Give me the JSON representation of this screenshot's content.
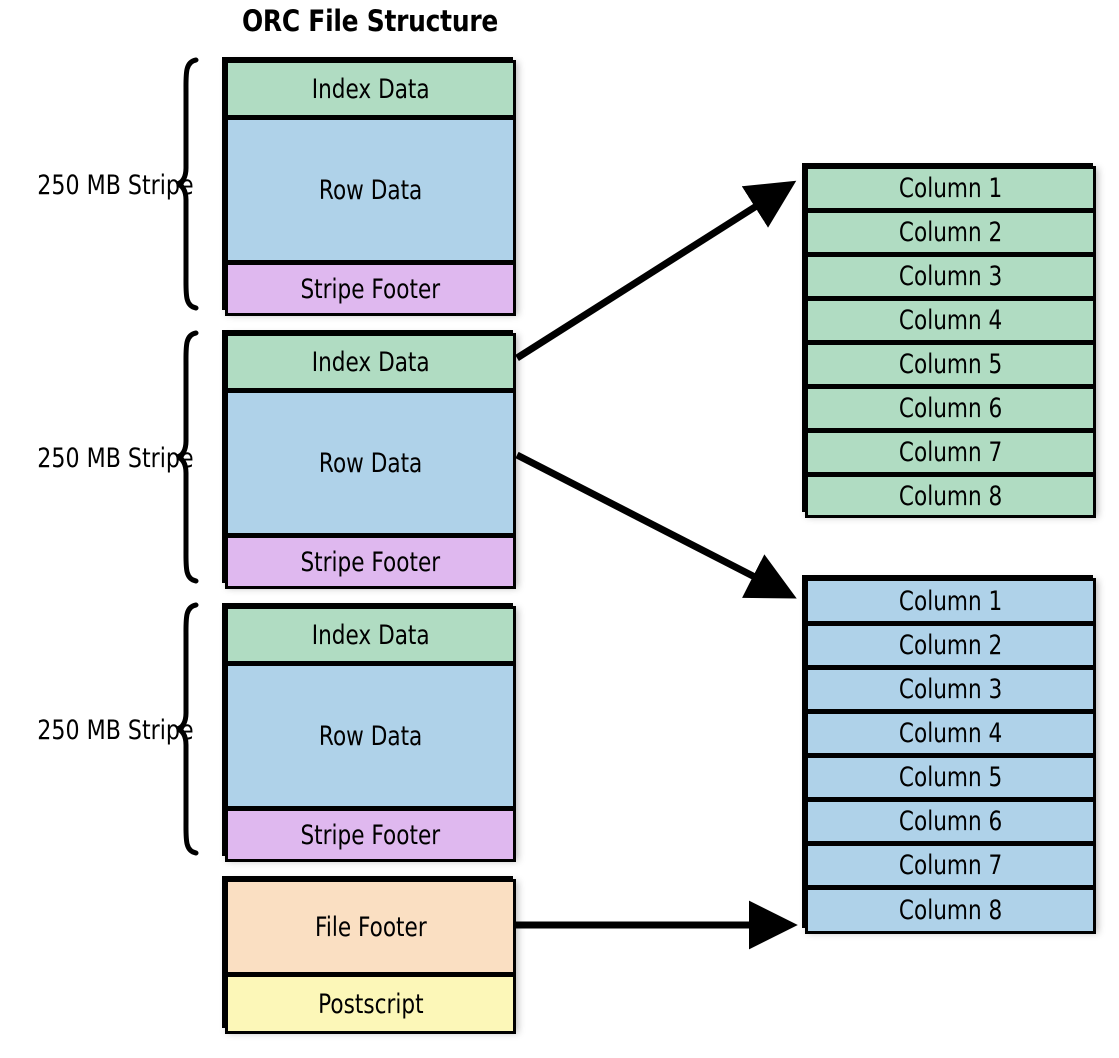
{
  "title": "ORC File Structure",
  "colors": {
    "index_data": "#b0dcc2",
    "row_data": "#afd2e9",
    "stripe_footer": "#dfb8ef",
    "file_footer": "#fadfc2",
    "postscript": "#fcf7b8",
    "outline": "#000000",
    "background": "#ffffff"
  },
  "stripes": [
    {
      "label": "250 MB Stripe",
      "sections": [
        {
          "label": "Index Data",
          "color_key": "index_data"
        },
        {
          "label": "Row Data",
          "color_key": "row_data"
        },
        {
          "label": "Stripe Footer",
          "color_key": "stripe_footer"
        }
      ]
    },
    {
      "label": "250 MB Stripe",
      "sections": [
        {
          "label": "Index Data",
          "color_key": "index_data"
        },
        {
          "label": "Row Data",
          "color_key": "row_data"
        },
        {
          "label": "Stripe Footer",
          "color_key": "stripe_footer"
        }
      ]
    },
    {
      "label": "250 MB Stripe",
      "sections": [
        {
          "label": "Index Data",
          "color_key": "index_data"
        },
        {
          "label": "Row Data",
          "color_key": "row_data"
        },
        {
          "label": "Stripe Footer",
          "color_key": "stripe_footer"
        }
      ]
    }
  ],
  "footer_block": {
    "sections": [
      {
        "label": "File Footer",
        "color_key": "file_footer"
      },
      {
        "label": "Postscript",
        "color_key": "postscript"
      }
    ]
  },
  "column_groups": [
    {
      "name": "index-columns",
      "color_key": "index_data",
      "columns": [
        "Column 1",
        "Column 2",
        "Column 3",
        "Column 4",
        "Column 5",
        "Column 6",
        "Column 7",
        "Column 8"
      ]
    },
    {
      "name": "row-columns",
      "color_key": "row_data",
      "columns": [
        "Column 1",
        "Column 2",
        "Column 3",
        "Column 4",
        "Column 5",
        "Column 6",
        "Column 7",
        "Column 8"
      ]
    }
  ],
  "arrows": [
    {
      "name": "index-data-to-index-columns",
      "from": "stripe-2-index-data",
      "to": "index-columns"
    },
    {
      "name": "row-data-to-row-columns",
      "from": "stripe-2-row-data",
      "to": "row-columns"
    },
    {
      "name": "file-footer-to-row-columns",
      "from": "file-footer",
      "to": "row-columns"
    }
  ]
}
